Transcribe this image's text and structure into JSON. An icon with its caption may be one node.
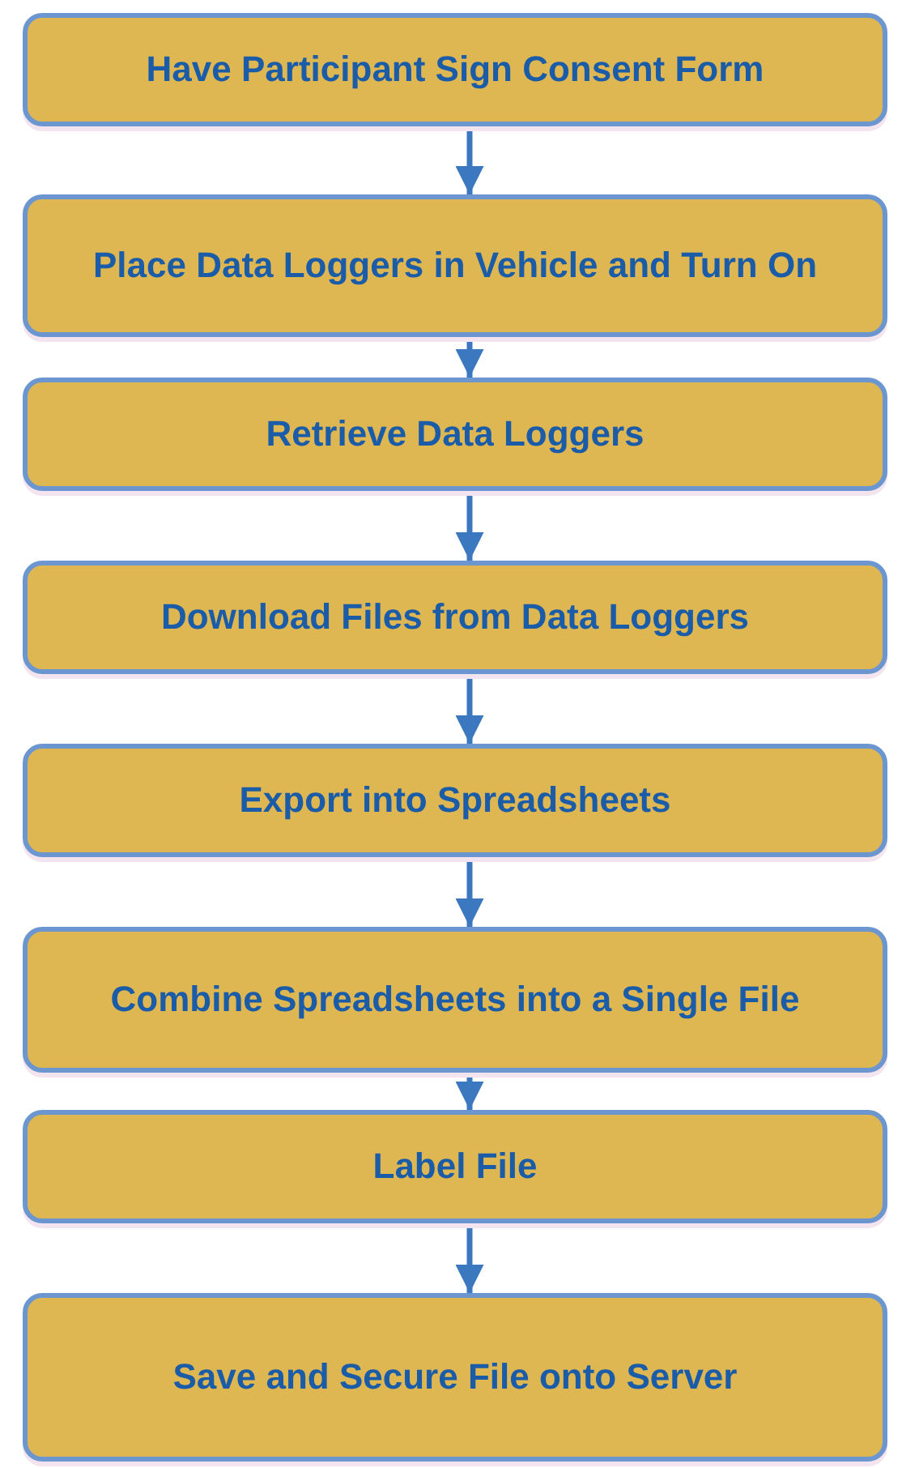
{
  "diagram": {
    "nodes": [
      {
        "text": [
          "Have Participant Sign Consent Form"
        ]
      },
      {
        "text": [
          "Place Data Loggers in Vehicle and Turn On"
        ]
      },
      {
        "text": [
          "Retrieve Data Loggers"
        ]
      },
      {
        "text": [
          "Download Files from Data Loggers"
        ]
      },
      {
        "text": [
          "Export into Spreadsheets"
        ]
      },
      {
        "text": [
          "Combine Spreadsheets into a Single File"
        ]
      },
      {
        "text": [
          "Label File"
        ]
      },
      {
        "text": [
          "Save and Secure File onto Server"
        ]
      }
    ],
    "edges": [
      {
        "from": 0,
        "to": 1,
        "arrow": "to"
      },
      {
        "from": 1,
        "to": 2,
        "arrow": "to"
      },
      {
        "from": 2,
        "to": 3,
        "arrow": "to"
      },
      {
        "from": 3,
        "to": 4,
        "arrow": "to"
      },
      {
        "from": 4,
        "to": 5,
        "arrow": "to"
      },
      {
        "from": 5,
        "to": 6,
        "arrow": "to"
      },
      {
        "from": 6,
        "to": 7,
        "arrow": "to"
      }
    ]
  }
}
